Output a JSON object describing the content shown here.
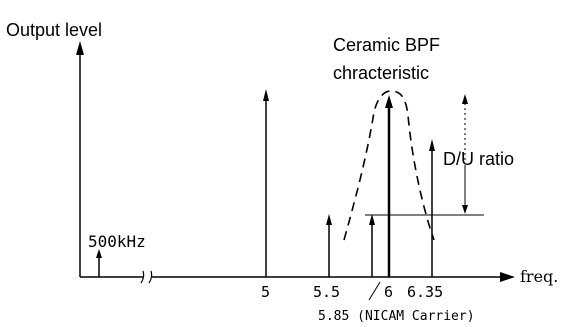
{
  "labels": {
    "y_axis": "Output level",
    "x_axis": "freq.",
    "filter_line1": "Ceramic BPF",
    "filter_line2": "chracteristic",
    "du_ratio": "D/U ratio",
    "carrier_500k": "500kHz",
    "tick_5": "5",
    "tick_5_5": "5.5",
    "tick_6": "6",
    "tick_6_35": "6.35",
    "nicam": "5.85 (NICAM Carrier)"
  },
  "spectrum": {
    "carriers": [
      {
        "freq": "500kHz",
        "level": 0.12
      },
      {
        "freq": "5",
        "level": 1.0
      },
      {
        "freq": "5.5",
        "level": 0.33
      },
      {
        "freq": "5.85",
        "level": 0.32
      },
      {
        "freq": "6",
        "level": 1.0
      },
      {
        "freq": "6.35",
        "level": 0.72
      }
    ]
  }
}
